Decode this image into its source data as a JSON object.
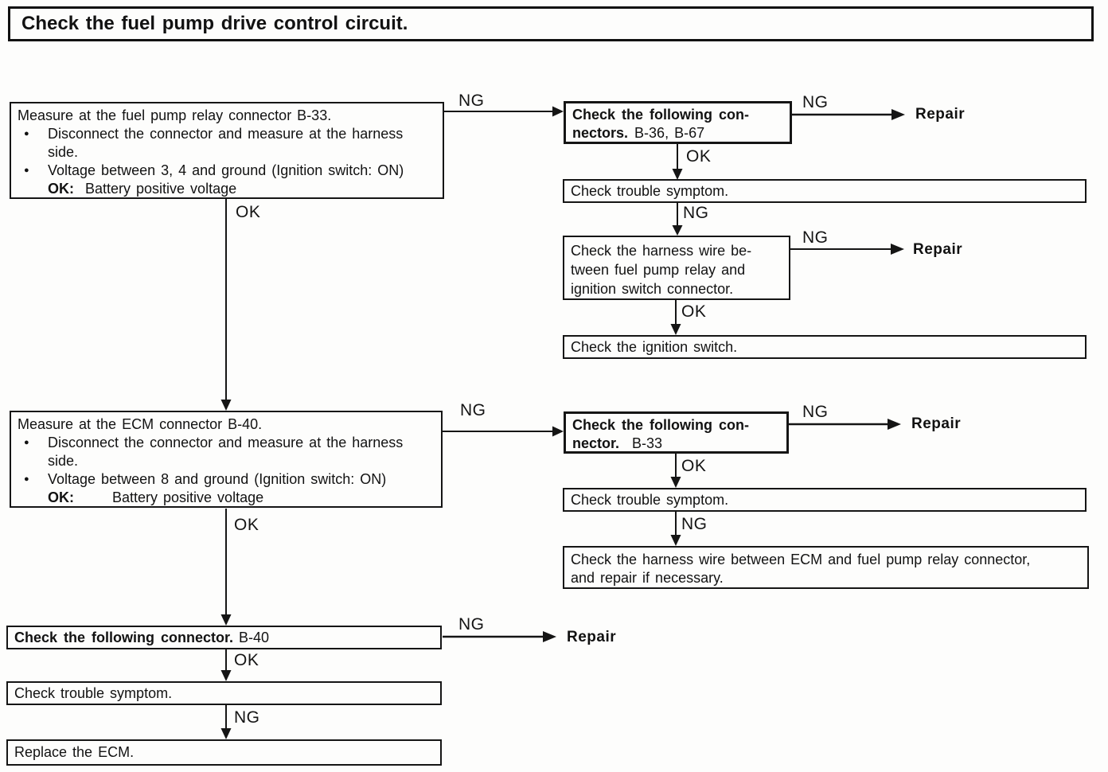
{
  "title": "Check the fuel pump drive control circuit.",
  "labels": {
    "ok": "OK",
    "ng": "NG",
    "repair": "Repair"
  },
  "flow": {
    "measure_relay": {
      "heading": "Measure at the fuel pump relay connector B-33.",
      "bullet1": {
        "lines": [
          "Disconnect the connector and measure at the harness",
          "side."
        ]
      },
      "bullet2": {
        "lines": [
          "Voltage between 3, 4 and ground (Ignition switch: ON)"
        ]
      },
      "ok_key": "OK:",
      "ok_value": "Battery positive voltage"
    },
    "check_connectors_b36": {
      "bold_line1": "Check the following con-",
      "bold_line2": "nectors.",
      "detail": "B-36, B-67"
    },
    "trouble_symptom_1": "Check trouble symptom.",
    "harness_relay": {
      "line1": "Check the harness wire be-",
      "line2": "tween fuel pump relay and",
      "line3": "ignition switch connector."
    },
    "ignition_switch": "Check the ignition switch.",
    "measure_ecm": {
      "heading": "Measure at the ECM connector B-40.",
      "bullet1": {
        "lines": [
          "Disconnect the connector and measure at the harness",
          "side."
        ]
      },
      "bullet2": {
        "lines": [
          "Voltage between 8 and ground (Ignition switch: ON)"
        ]
      },
      "ok_key": "OK:",
      "ok_value": "Battery positive voltage"
    },
    "check_connector_b33": {
      "bold_line1": "Check the following con-",
      "bold_line2": "nector.",
      "detail": "B-33"
    },
    "trouble_symptom_2": "Check trouble symptom.",
    "harness_ecm": {
      "line1": "Check the harness wire between ECM and fuel pump relay connector,",
      "line2": "and repair if necessary."
    },
    "check_connector_b40": {
      "bold": "Check the following connector.",
      "detail": "B-40"
    },
    "trouble_symptom_3": "Check trouble symptom.",
    "replace_ecm": "Replace the ECM."
  }
}
